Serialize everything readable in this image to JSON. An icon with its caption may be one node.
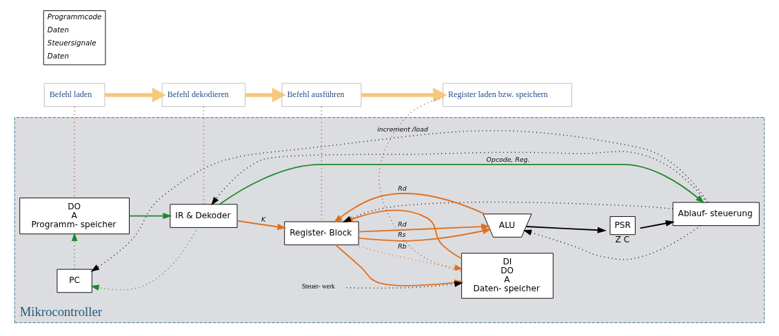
{
  "diagram": {
    "nodes": [
      {
        "text": [
          "Befehl laden"
        ]
      },
      {
        "text": [
          "Befehl dekodieren"
        ]
      },
      {
        "text": [
          "Befehl ausführen"
        ]
      },
      {
        "text": [
          "Register laden bzw. speichern"
        ]
      },
      {
        "text": [
          "Mikrocontroller"
        ]
      },
      {
        "text": [
          "DO",
          "A",
          "Programm- speicher"
        ],
        "in": 4
      },
      {
        "text": [
          "IR & Dekoder"
        ],
        "in": 4
      },
      {
        "text": [
          "PC"
        ],
        "in": 4
      },
      {
        "text": [
          "Register- Block"
        ],
        "in": 4
      },
      {
        "text": [
          "DI",
          "DO",
          "A",
          "Daten- speicher"
        ],
        "in": 4
      },
      {
        "text": [
          "Ablauf- steuerung"
        ],
        "in": 4
      },
      {
        "text": [
          "ALU"
        ],
        "in": 4
      },
      {
        "text": [
          "PSR"
        ],
        "beside": [
          "Z C"
        ],
        "in": 4
      },
      {
        "text": [
          "Steuer- werk"
        ],
        "in": 4
      }
    ],
    "edges": [
      {
        "from": 0,
        "to": 1,
        "arrow": "to",
        "style": "thick",
        "color": "#f5c97a"
      },
      {
        "from": 1,
        "to": 2,
        "arrow": "to",
        "style": "thick",
        "color": "#f5c97a"
      },
      {
        "from": 2,
        "to": 3,
        "arrow": "to",
        "style": "thick",
        "color": "#f5c97a"
      },
      {
        "from": 0,
        "to": 5,
        "arrow": "none",
        "style": "dashed",
        "color": "#b03a2e"
      },
      {
        "from": 1,
        "to": 6,
        "arrow": "none",
        "style": "dashed",
        "color": "#b03a2e"
      },
      {
        "from": 2,
        "to": 8,
        "arrow": "none",
        "style": "dashed",
        "color": "#b03a2e"
      },
      {
        "from": 3,
        "to": 9,
        "arrow": "none",
        "style": "dashed",
        "color": "#b03a2e"
      },
      {
        "from": 5,
        "to": 6,
        "arrow": "to",
        "color": "#1a8a2e"
      },
      {
        "from": 6,
        "to": 8,
        "arrow": "to",
        "label": "K",
        "color": "#e07020"
      },
      {
        "from": 8,
        "to": 9,
        "arrow": "to",
        "color": "#e07020"
      },
      {
        "from": 9,
        "to": 8,
        "arrow": "to",
        "color": "#e07020"
      },
      {
        "from": 8,
        "to": 9,
        "arrow": "to",
        "label": "Rb",
        "style": "dashed",
        "color": "#e07020"
      },
      {
        "from": 6,
        "to": 7,
        "arrow": "to",
        "style": "dashed",
        "color": "#1a8a2e"
      },
      {
        "from": 7,
        "to": 5,
        "arrow": "to",
        "style": "dashed",
        "color": "#1a8a2e"
      },
      {
        "from": 10,
        "to": 7,
        "arrow": "to",
        "label": "increment /load",
        "style": "dashed",
        "color": "#000000"
      },
      {
        "from": 10,
        "to": 6,
        "arrow": "to",
        "style": "dashed",
        "color": "#000000"
      },
      {
        "from": 6,
        "to": 10,
        "arrow": "to",
        "label": "Opcode, Reg.",
        "color": "#1a8a2e"
      },
      {
        "from": 10,
        "to": 8,
        "arrow": "to",
        "style": "dashed",
        "color": "#000000"
      },
      {
        "from": 10,
        "to": 11,
        "arrow": "to",
        "style": "dashed",
        "color": "#000000"
      },
      {
        "from": 8,
        "to": 11,
        "arrow": "to",
        "label": "Rs",
        "color": "#e07020"
      },
      {
        "from": 8,
        "to": 11,
        "arrow": "to",
        "label": "Rd",
        "color": "#e07020"
      },
      {
        "from": 11,
        "to": 8,
        "arrow": "to",
        "label": "Rd",
        "color": "#e07020"
      },
      {
        "from": 11,
        "to": 12,
        "arrow": "to",
        "color": "#000000"
      },
      {
        "from": 12,
        "to": 10,
        "arrow": "to",
        "color": "#000000"
      },
      {
        "from": 13,
        "to": 9,
        "arrow": "to",
        "style": "dashed",
        "color": "#000000"
      }
    ],
    "legend": [
      {
        "text": "Programmcode"
      },
      {
        "text": "Daten"
      },
      {
        "text": "Steuersignale"
      },
      {
        "text": "Daten"
      }
    ]
  }
}
